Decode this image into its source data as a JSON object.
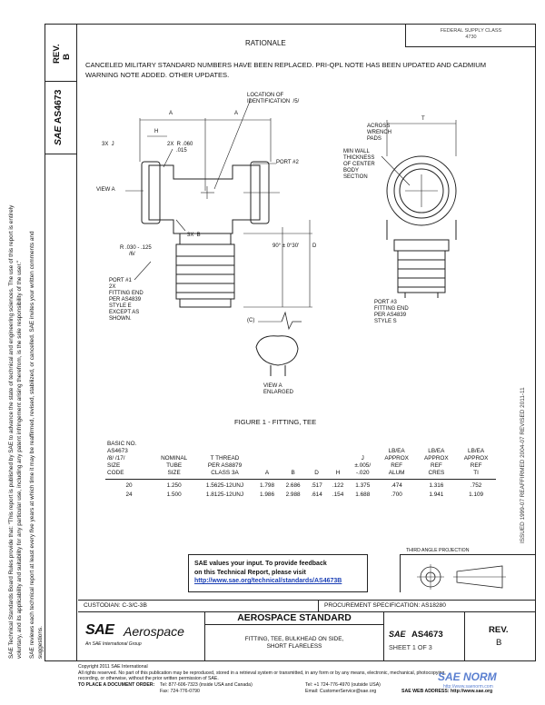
{
  "side": {
    "rev_label": "REV.",
    "rev_value": "B",
    "doc_logo": "SAE",
    "doc_number": "AS4673",
    "notice_1": "SAE Technical Standards Board Rules provide that: \"This report is published by SAE to advance the state of technical and engineering sciences. The use of this report is entirely",
    "notice_2": "voluntary, and its applicability and suitability for any particular use, including any patent infringement arising therefrom, is the sole responsibility of the user.\"",
    "notice_3": "SAE reviews each technical report at least every five years at which time it may be reaffirmed, revised, stabilized, or cancelled. SAE invites your written comments and",
    "notice_4": "suggestions.",
    "right_dates": "ISSUED 1999-07   REAFFIRMED 2004-07   REVISED 2011-11"
  },
  "rationale": {
    "header": "RATIONALE",
    "box_line1": "FEDERAL SUPPLY CLASS",
    "box_line2": "4730",
    "text": "CANCELED MILITARY STANDARD NUMBERS HAVE BEEN REPLACED. PRI-QPL NOTE HAS BEEN UPDATED AND CADMIUM WARNING NOTE ADDED. OTHER UPDATES."
  },
  "drawing": {
    "labels": [
      {
        "id": "location-id",
        "text": "LOCATION OF\nIDENTIFICATION  /5/"
      },
      {
        "id": "dim-a-top",
        "text": "A"
      },
      {
        "id": "dim-a-mid",
        "text": "A"
      },
      {
        "id": "dim-h",
        "text": "H"
      },
      {
        "id": "dim-3x-j",
        "text": "3X  J"
      },
      {
        "id": "dim-chamfer",
        "text": "2X  R .060\n      .015"
      },
      {
        "id": "view-a",
        "text": "VIEW A"
      },
      {
        "id": "port-2",
        "text": "PORT #2"
      },
      {
        "id": "dim-3x-b",
        "text": "3X  B"
      },
      {
        "id": "dim-radius",
        "text": "R .030 - .125\n      /6/"
      },
      {
        "id": "dim-angle",
        "text": "90° ± 0°30'"
      },
      {
        "id": "dim-d",
        "text": "D"
      },
      {
        "id": "port-1",
        "text": "PORT #1\n2X\nFITTING END\nPER AS4839\nSTYLE E\nEXCEPT AS\nSHOWN."
      },
      {
        "id": "across-pads",
        "text": "ACROSS\nWRENCH\nPADS"
      },
      {
        "id": "dim-t",
        "text": "T"
      },
      {
        "id": "min-wall",
        "text": "MIN WALL\nTHICKNESS\nOF CENTER\nBODY\nSECTION"
      },
      {
        "id": "port-3",
        "text": "PORT #3\nFITTING END\nPER AS4839\nSTYLE S"
      },
      {
        "id": "dim-c",
        "text": "(C)"
      },
      {
        "id": "view-a-enlarged",
        "text": "VIEW A\nENLARGED"
      }
    ]
  },
  "figure_caption": "FIGURE 1 - FITTING, TEE",
  "table": {
    "headers": [
      "BASIC NO.\nAS4673\n/8/ /17/\nSIZE\nCODE",
      "NOMINAL\nTUBE\nSIZE",
      "T THREAD\nPER AS8879\nCLASS 3A",
      "A",
      "B",
      "D",
      "H",
      "J\n±.005/\n-.020",
      "LB/EA\nAPPROX\nREF\nALUM",
      "LB/EA\nAPPROX\nREF\nCRES",
      "LB/EA\nAPPROX\nREF\nTI"
    ],
    "rows": [
      [
        "20",
        "1.250",
        "1.5625-12UNJ",
        "1.798",
        "2.686",
        ".517",
        ".122",
        "1.375",
        ".474",
        "1.316",
        ".752"
      ],
      [
        "24",
        "1.500",
        "1.8125-12UNJ",
        "1.986",
        "2.988",
        ".614",
        ".154",
        "1.688",
        ".700",
        "1.941",
        "1.109"
      ]
    ]
  },
  "feedback": {
    "line1": "SAE values your input. To provide feedback",
    "line2": "on this Technical Report, please visit",
    "link": "http://www.sae.org/technical/standards/AS4673B"
  },
  "projection_title": "THIRD ANGLE PROJECTION",
  "custodian": "CUSTODIAN: C-3/C-3B",
  "procurement": "PROCUREMENT SPECIFICATION: AS18280",
  "title_block": {
    "logo_sae": "SAE",
    "logo_aero": "Aerospace",
    "logo_sub": "An SAE International Group",
    "standard": "AEROSPACE STANDARD",
    "desc_line1": "FITTING, TEE, BULKHEAD ON SIDE,",
    "desc_line2": "SHORT FLARELESS",
    "doc_logo": "SAE",
    "doc_number": "AS4673",
    "sheet": "SHEET 1 OF 3",
    "rev_label": "REV.",
    "rev_value": "B"
  },
  "footer": {
    "copyright": "Copyright 2011 SAE International",
    "rights": "All rights reserved. No part of this publication may be reproduced, stored in a retrieval system or transmitted, in any form or by any means, electronic, mechanical, photocopying,",
    "recording": "recording, or otherwise, without the prior written permission of SAE.",
    "order_label": "TO PLACE A DOCUMENT ORDER:",
    "tel1": "Tel:  877-606-7323 (inside USA and Canada)",
    "tel2": "Tel:  +1 724-776-4970 (outside USA)",
    "web": "SAE WEB ADDRESS:  http://www.sae.org",
    "fax": "Fax:  724-776-0790",
    "email": "Email: CustomerService@sae.org"
  },
  "watermark": {
    "main": "SAE NORM",
    "sub": "http://www.saenorm.com"
  }
}
